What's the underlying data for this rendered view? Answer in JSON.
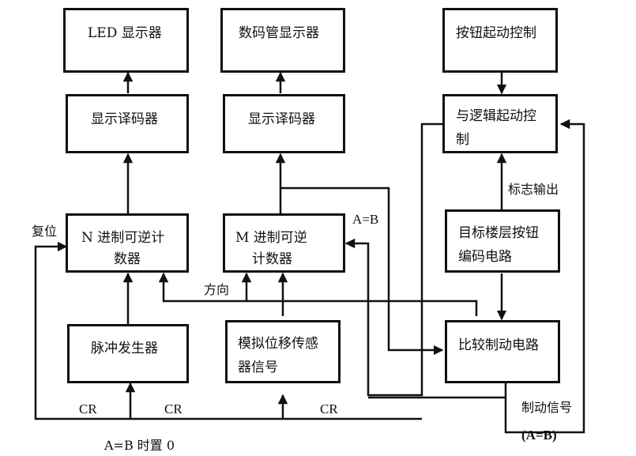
{
  "diagram": {
    "type": "block-diagram",
    "blocks": {
      "led_display": "LED 显示器",
      "digital_tube_display": "数码管显示器",
      "button_start_control": "按钮起动控制",
      "display_decoder_left": "显示译码器",
      "display_decoder_mid": "显示译码器",
      "and_logic_start_line1": "与逻辑起动控",
      "and_logic_start_line2": "制",
      "n_counter_line1": "N 进制可逆计",
      "n_counter_line2": "数器",
      "m_counter_line1": "M 进制可逆",
      "m_counter_line2": "计数器",
      "target_floor_line1": "目标楼层按钮",
      "target_floor_line2": "编码电路",
      "pulse_generator": "脉冲发生器",
      "sensor_line1": "模拟位移传感",
      "sensor_line2": "器信号",
      "compare_brake": "比较制动电路"
    },
    "labels": {
      "reset": "复位",
      "a_eq_b": "A=B",
      "direction": "方向",
      "flag_output": "标志输出",
      "cr_1": "CR",
      "cr_2": "CR",
      "cr_3": "CR",
      "brake_signal": "制动信号",
      "brake_condition": "(A=B)",
      "reset_note": "A=B 时置 0"
    }
  }
}
